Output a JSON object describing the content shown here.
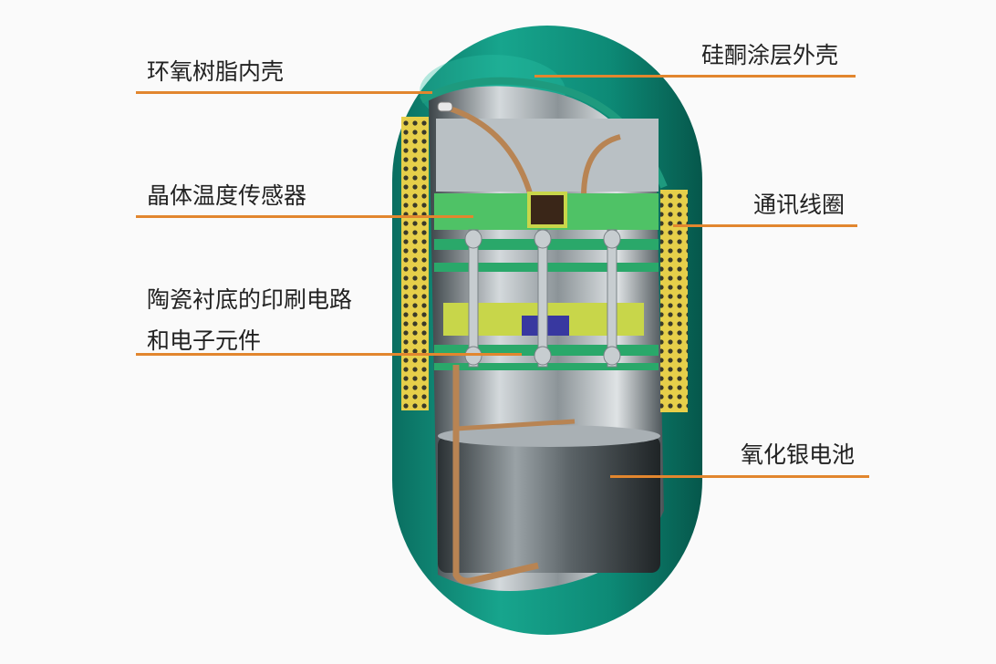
{
  "labels": {
    "epoxy_shell": "环氧树脂内壳",
    "silicone_shell": "硅酮涂层外壳",
    "crystal_sensor": "晶体温度传感器",
    "coil": "通讯线圈",
    "pcb_line1": "陶瓷衬底的印刷电路",
    "pcb_line2": "和电子元件",
    "battery": "氧化银电池"
  },
  "colors": {
    "leader": "#e2862e",
    "shell": "#0f8f7b",
    "coil": "#e6cf4a",
    "pcb": "#3fbf6a",
    "board": "#c8d64a",
    "wire": "#b88453"
  }
}
